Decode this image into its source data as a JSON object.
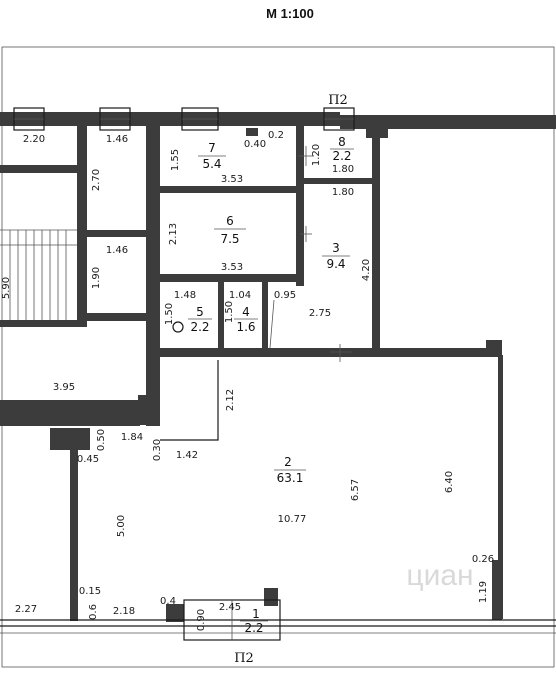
{
  "scale": "М 1:100",
  "section_mark": "П2",
  "watermark": "циан",
  "rooms": [
    {
      "num": "1",
      "area": "2.2"
    },
    {
      "num": "2",
      "area": "63.1"
    },
    {
      "num": "3",
      "area": "9.4"
    },
    {
      "num": "4",
      "area": "1.6"
    },
    {
      "num": "5",
      "area": "2.2"
    },
    {
      "num": "6",
      "area": "7.5"
    },
    {
      "num": "7",
      "area": "5.4"
    },
    {
      "num": "8",
      "area": "2.2"
    }
  ],
  "dims": [
    "2.20",
    "1.46",
    "1.55",
    "0.40",
    "0.2",
    "1.20",
    "1.80",
    "3.53",
    "2.70",
    "1.80",
    "2.13",
    "4.20",
    "1.46",
    "1.90",
    "3.53",
    "1.48",
    "1.04",
    "0.95",
    "1.50",
    "1.50",
    "2.75",
    "3.95",
    "2.12",
    "0.50",
    "1.84",
    "0.45",
    "0.30",
    "1.42",
    "6.57",
    "6.40",
    "10.77",
    "5.00",
    "0.26",
    "0.15",
    "2.27",
    "0.6",
    "2.18",
    "0.4",
    "2.45",
    "0.90",
    "1.19",
    "5.90"
  ]
}
